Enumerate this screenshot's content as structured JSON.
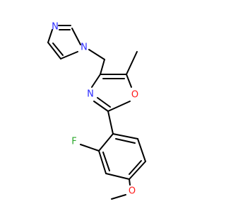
{
  "molecule": {
    "atom_labels": {
      "imidazole_n_top": "N",
      "imidazole_n_linked": "N",
      "oxazole_n": "N",
      "oxazole_o": "O",
      "fluoro": "F",
      "methoxy_o": "O"
    },
    "colors": {
      "bond": "#000000",
      "nitrogen": "#2b2bff",
      "oxygen": "#ff1a1a",
      "fluorine": "#2aa82a"
    }
  }
}
